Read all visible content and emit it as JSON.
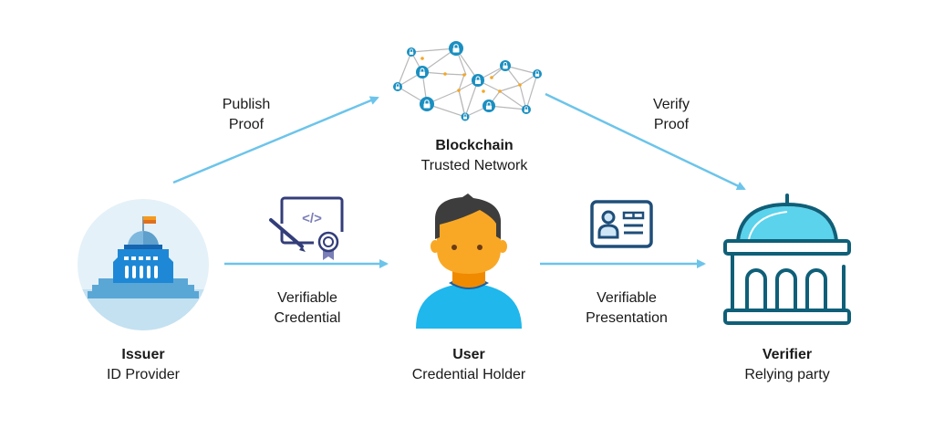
{
  "diagram": {
    "nodes": {
      "blockchain": {
        "title": "Blockchain",
        "subtitle": "Trusted Network",
        "icon": "blockchain-network-icon"
      },
      "issuer": {
        "title": "Issuer",
        "subtitle": "ID Provider",
        "icon": "government-building-icon"
      },
      "user": {
        "title": "User",
        "subtitle": "Credential Holder",
        "icon": "person-avatar-icon"
      },
      "verifier": {
        "title": "Verifier",
        "subtitle": "Relying party",
        "icon": "institution-building-icon"
      }
    },
    "edges": {
      "publish": {
        "line1": "Publish",
        "line2": "Proof",
        "from": "issuer",
        "to": "blockchain"
      },
      "verify": {
        "line1": "Verify",
        "line2": "Proof",
        "from": "blockchain",
        "to": "verifier"
      },
      "credential": {
        "line1": "Verifiable",
        "line2": "Credential",
        "from": "issuer",
        "to": "user",
        "icon": "certificate-code-icon"
      },
      "presentation": {
        "line1": "Verifiable",
        "line2": "Presentation",
        "from": "user",
        "to": "verifier",
        "icon": "id-card-icon"
      }
    },
    "colors": {
      "arrow": "#6cc4ea",
      "network_node": "#1a8fc1",
      "network_link": "#b8b8b8",
      "network_junction": "#f5a623",
      "issuer_bg": "#e4f1f8",
      "issuer_building": "#1e88d6",
      "issuer_flag": "#f49a1f",
      "verifier_stroke": "#0f5f78",
      "verifier_dome": "#5bd3ec",
      "user_skin": "#f9a826",
      "user_hair": "#3d3d3d",
      "user_shirt": "#1fb7ec",
      "icon_navy": "#1f4e79",
      "cert_purple": "#333d7a"
    }
  }
}
